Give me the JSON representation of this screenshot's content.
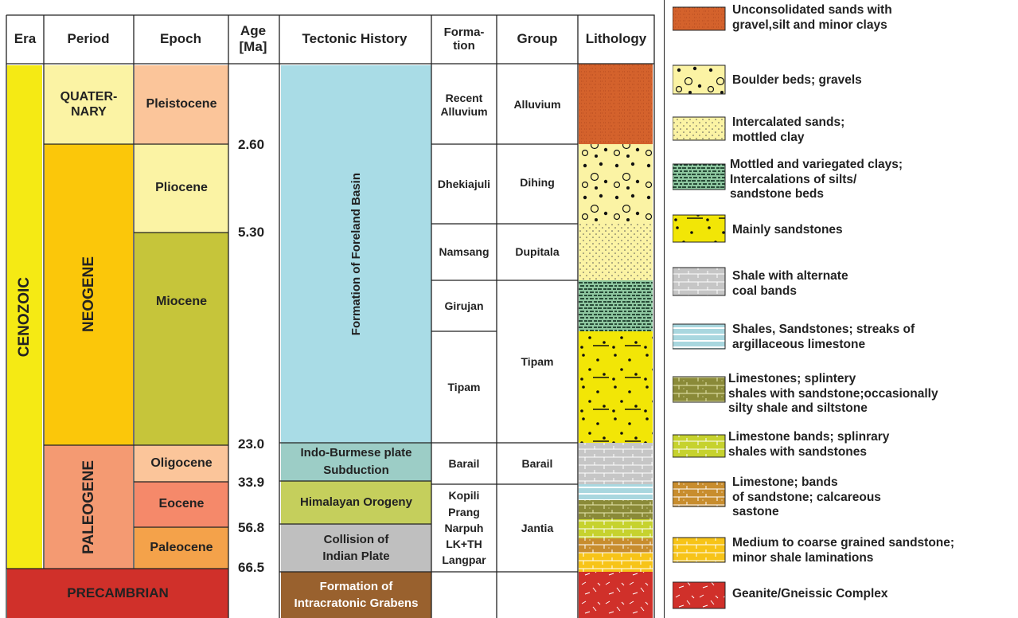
{
  "headers": {
    "era": "Era",
    "period": "Period",
    "epoch": "Epoch",
    "age": "Age\n[Ma]",
    "tectonic": "Tectonic History",
    "formation": "Forma-\ntion",
    "group": "Group",
    "lithology": "Lithology"
  },
  "era": {
    "cenozoic": "CENOZOIC",
    "precambrian": "PRECAMBRIAN"
  },
  "periods": {
    "quaternary": "QUATER-\nNARY",
    "neogene": "NEOGENE",
    "paleogene": "PALEOGENE"
  },
  "epochs": {
    "pleistocene": "Pleistocene",
    "pliocene": "Pliocene",
    "miocene": "Miocene",
    "oligocene": "Oligocene",
    "eocene": "Eocene",
    "paleocene": "Paleocene"
  },
  "ages": [
    "2.60",
    "5.30",
    "23.0",
    "33.9",
    "56.8",
    "66.5"
  ],
  "tectonic": {
    "foreland": "Formation of Foreland Basin",
    "indo_burmese": "Indo-Burmese plate\nSubduction",
    "himalayan": "Himalayan Orogeny",
    "collision": "Collision of\nIndian Plate",
    "grabens": "Formation of\nIntracratonic Grabens"
  },
  "formations": {
    "recent_alluvium": "Recent\nAlluvium",
    "dhekiajuli": "Dhekiajuli",
    "namsang": "Namsang",
    "girujan": "Girujan",
    "tipam": "Tipam",
    "barail": "Barail",
    "jantia_formations": "Kopili\nPrang\nNarpuh\nLK+TH\nLangpar"
  },
  "groups": {
    "alluvium": "Alluvium",
    "dihing": "Dihing",
    "dupitala": "Dupitala",
    "tipam": "Tipam",
    "barail": "Barail",
    "jantia": "Jantia"
  },
  "legend": [
    {
      "text": "Unconsolidated sands with\ngravel,silt and minor clays",
      "color": "#d4622c"
    },
    {
      "text": "Boulder beds; gravels",
      "color": "#fbf3a4"
    },
    {
      "text": "Intercalated sands;\nmottled clay",
      "color": "#fbf3a4"
    },
    {
      "text": "Mottled and variegated clays;\nIntercalations of silts/\nsandstone beds",
      "color": "#8ec7a0"
    },
    {
      "text": "Mainly sandstones",
      "color": "#f2e606"
    },
    {
      "text": "Shale with alternate\ncoal bands",
      "color": "#c6c6c6"
    },
    {
      "text": "Shales, Sandstones; streaks of\nargillaceous limestone",
      "color": "#a9d7df"
    },
    {
      "text": "Limestones; splintery\nshales with sandstone;occasionally\nsilty shale and siltstone",
      "color": "#8a8a38"
    },
    {
      "text": "Limestone bands; splinrary\nshales with sandstones",
      "color": "#c6d22e"
    },
    {
      "text": "Limestone; bands\nof sandstone; calcareous\nsastone",
      "color": "#c88d2e"
    },
    {
      "text": "Medium to coarse grained sandstone;\nminor shale laminations",
      "color": "#f7c418"
    },
    {
      "text": "Geanite/Gneissic Complex",
      "color": "#d0302a"
    }
  ],
  "colors": {
    "cenozoic": "#f5ea14",
    "precambrian": "#d0302a",
    "quaternary": "#fbf3a4",
    "neogene": "#fbc70a",
    "paleogene": "#f49a72",
    "pleistocene": "#fbc59a",
    "pliocene": "#fbf3a4",
    "miocene": "#c6c53a",
    "oligocene": "#fbc59a",
    "eocene": "#f5896a",
    "paleocene": "#f4a24a",
    "foreland": "#a9dce6",
    "indo_burmese": "#9ccdc6",
    "himalayan": "#c5cf5c",
    "collision": "#bfbfbf",
    "grabens": "#99612e"
  }
}
